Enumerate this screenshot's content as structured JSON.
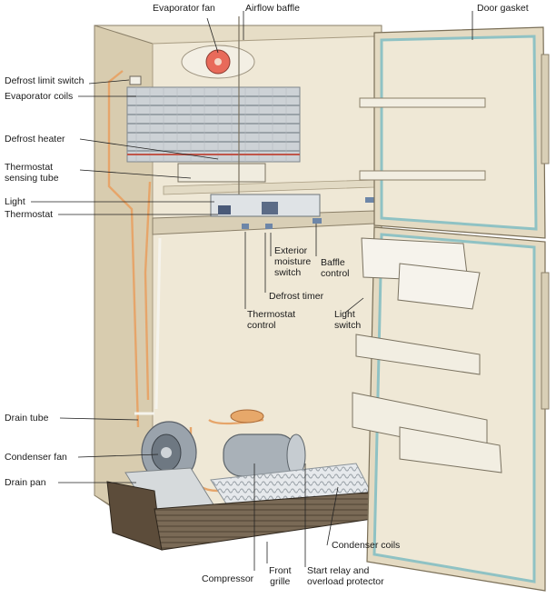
{
  "labels": {
    "evaporator_fan": "Evaporator fan",
    "airflow_baffle": "Airflow baffle",
    "door_gasket": "Door gasket",
    "defrost_limit_switch": "Defrost limit switch",
    "evaporator_coils": "Evaporator coils",
    "defrost_heater": "Defrost heater",
    "thermostat_sensing_tube": "Thermostat\nsensing tube",
    "light": "Light",
    "thermostat": "Thermostat",
    "exterior_moisture_switch": "Exterior\nmoisture\nswitch",
    "baffle_control": "Baffle\ncontrol",
    "defrost_timer": "Defrost timer",
    "thermostat_control": "Thermostat\ncontrol",
    "light_switch": "Light\nswitch",
    "drain_tube": "Drain tube",
    "condenser_fan": "Condenser fan",
    "drain_pan": "Drain pan",
    "condenser_coils": "Condenser coils",
    "compressor": "Compressor",
    "front_grille": "Front\ngrille",
    "start_relay": "Start relay and\noverload protector"
  },
  "colors": {
    "cabinet": "#ece4d0",
    "cabinet_shadow": "#cfc4a8",
    "door_gasket": "#8fc2c4",
    "tubing": "#e7a86a",
    "coils": "#c8ccd0",
    "base": "#6a5a48",
    "leader": "#222222"
  }
}
